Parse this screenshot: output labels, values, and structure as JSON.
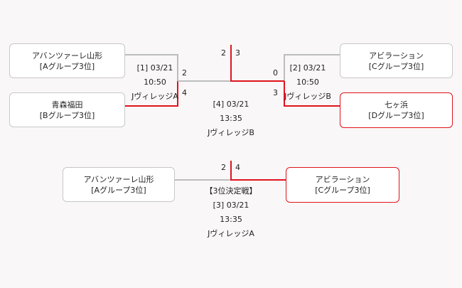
{
  "colors": {
    "winner_line": "#e0141e",
    "loser_line": "#bdbdbd",
    "background": "#f9f7f7"
  },
  "teams": {
    "t1": {
      "name": "アバンツァーレ山形",
      "seed": "[Aグループ3位]",
      "winner": false
    },
    "t2": {
      "name": "青森福田",
      "seed": "[Bグループ3位]",
      "winner": false
    },
    "t3": {
      "name": "アビラーション",
      "seed": "[Cグループ3位]",
      "winner": false
    },
    "t4": {
      "name": "七ヶ浜",
      "seed": "[Dグループ3位]",
      "winner": true
    },
    "t5": {
      "name": "アバンツァーレ山形",
      "seed": "[Aグループ3位]",
      "winner": false
    },
    "t6": {
      "name": "アビラーション",
      "seed": "[Cグループ3位]",
      "winner": true
    }
  },
  "matches": {
    "m1": {
      "id_date": "[1] 03/21",
      "time": "10:50",
      "venue": "JヴィレッジA",
      "score_top": "2",
      "score_bottom": "4"
    },
    "m2": {
      "id_date": "[2] 03/21",
      "time": "10:50",
      "venue": "JヴィレッジB",
      "score_top": "0",
      "score_bottom": "3"
    },
    "final": {
      "id_date": "[4] 03/21",
      "time": "13:35",
      "venue": "JヴィレッジB",
      "score_left": "2",
      "score_right": "3"
    },
    "third": {
      "title": "【3位決定戦】",
      "id_date": "[3] 03/21",
      "time": "13:35",
      "venue": "JヴィレッジA",
      "score_left": "2",
      "score_right": "4"
    }
  }
}
